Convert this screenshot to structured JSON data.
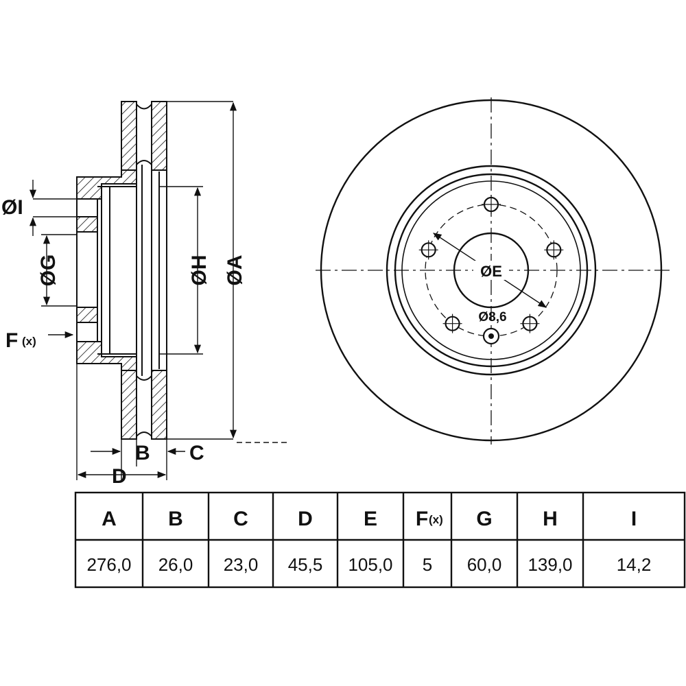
{
  "side_view": {
    "labels": {
      "dia_a": "ØA",
      "dia_h": "ØH",
      "dia_g": "ØG",
      "dia_i": "ØI",
      "f": "F",
      "f_sub": "(x)",
      "b": "B",
      "c": "C",
      "d": "D"
    }
  },
  "front_view": {
    "labels": {
      "dia_e": "ØE",
      "hole_dia": "Ø8,6"
    }
  },
  "spec_table": {
    "headers": [
      "A",
      "B",
      "C",
      "D",
      "E",
      "F",
      "G",
      "H",
      "I"
    ],
    "header_f_sub": "(x)",
    "values": [
      "276,0",
      "26,0",
      "23,0",
      "45,5",
      "105,0",
      "5",
      "60,0",
      "139,0",
      "14,2"
    ]
  },
  "colors": {
    "line": "#111111",
    "background": "#ffffff"
  }
}
